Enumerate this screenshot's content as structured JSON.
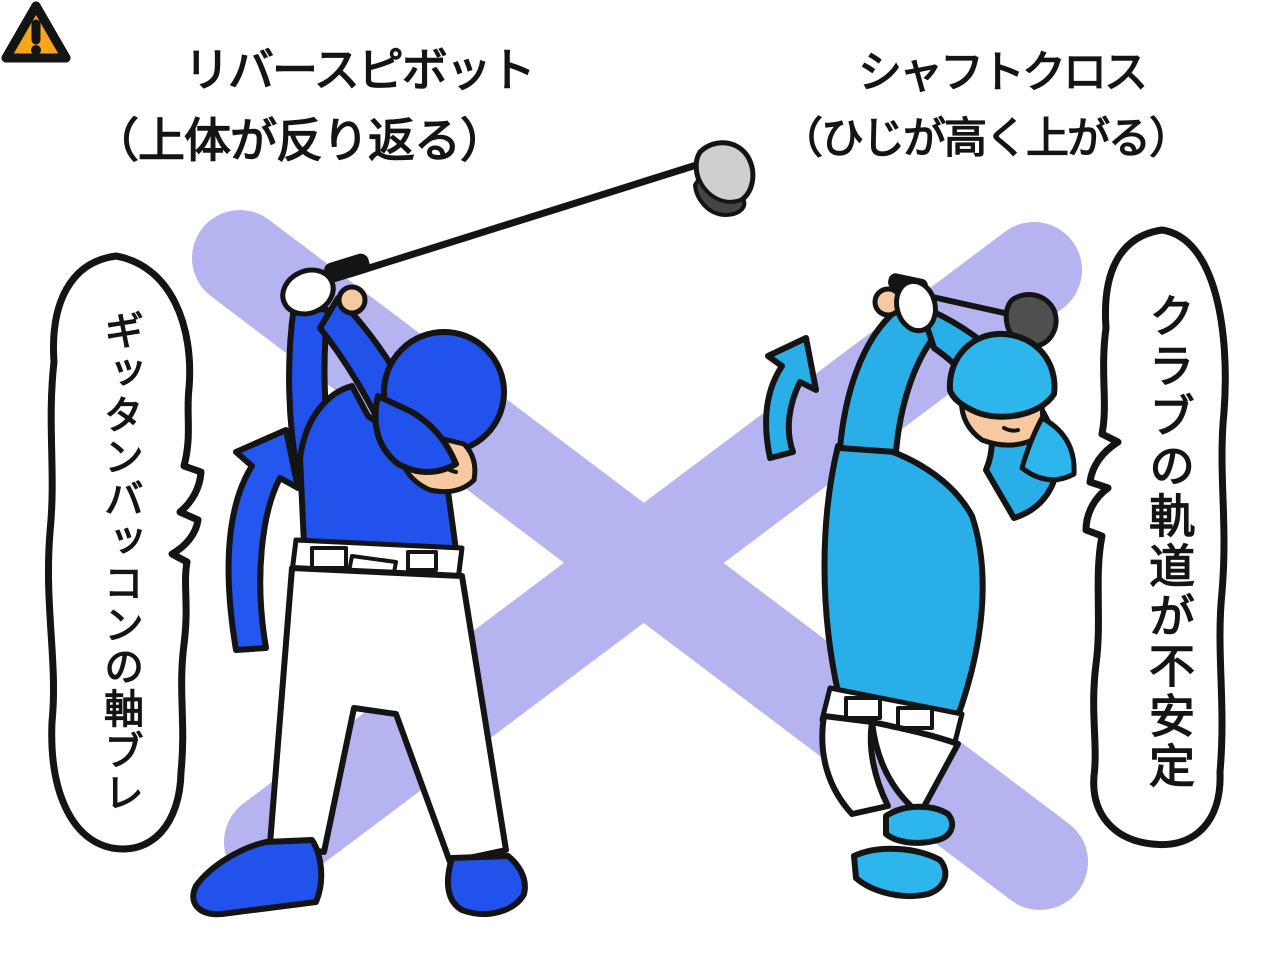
{
  "illustration": {
    "left_panel": {
      "title": "リバースピボット",
      "subtitle": "（上体が反り返る）",
      "bubble_text": "ギッタンバッコンの軸ブレ",
      "warning_icon": "warning-triangle-icon",
      "figure": "golfer-reverse-pivot",
      "arrow": "curved-up-arrow"
    },
    "right_panel": {
      "title": "シャフトクロス",
      "subtitle": "（ひじが高く上がる）",
      "bubble_text": "クラブの軌道が不安定",
      "warning_icon": "warning-triangle-icon",
      "figure": "golfer-shaft-cross",
      "arrow": "curved-up-arrow"
    },
    "colors": {
      "royal_blue": "#2152ec",
      "arrow_blue": "#2456f0",
      "sky_blue": "#29aee8",
      "cap_cyan": "#2db6ec",
      "lavender_x": "#b5b4f0",
      "skin": "#f6c9a0",
      "hair_brown": "#97826a",
      "warning_orange": "#f7a61b",
      "outline_black": "#141414",
      "club_head_light": "#cfcfcf",
      "club_head_dark": "#4f4f4f",
      "white": "#ffffff"
    }
  }
}
